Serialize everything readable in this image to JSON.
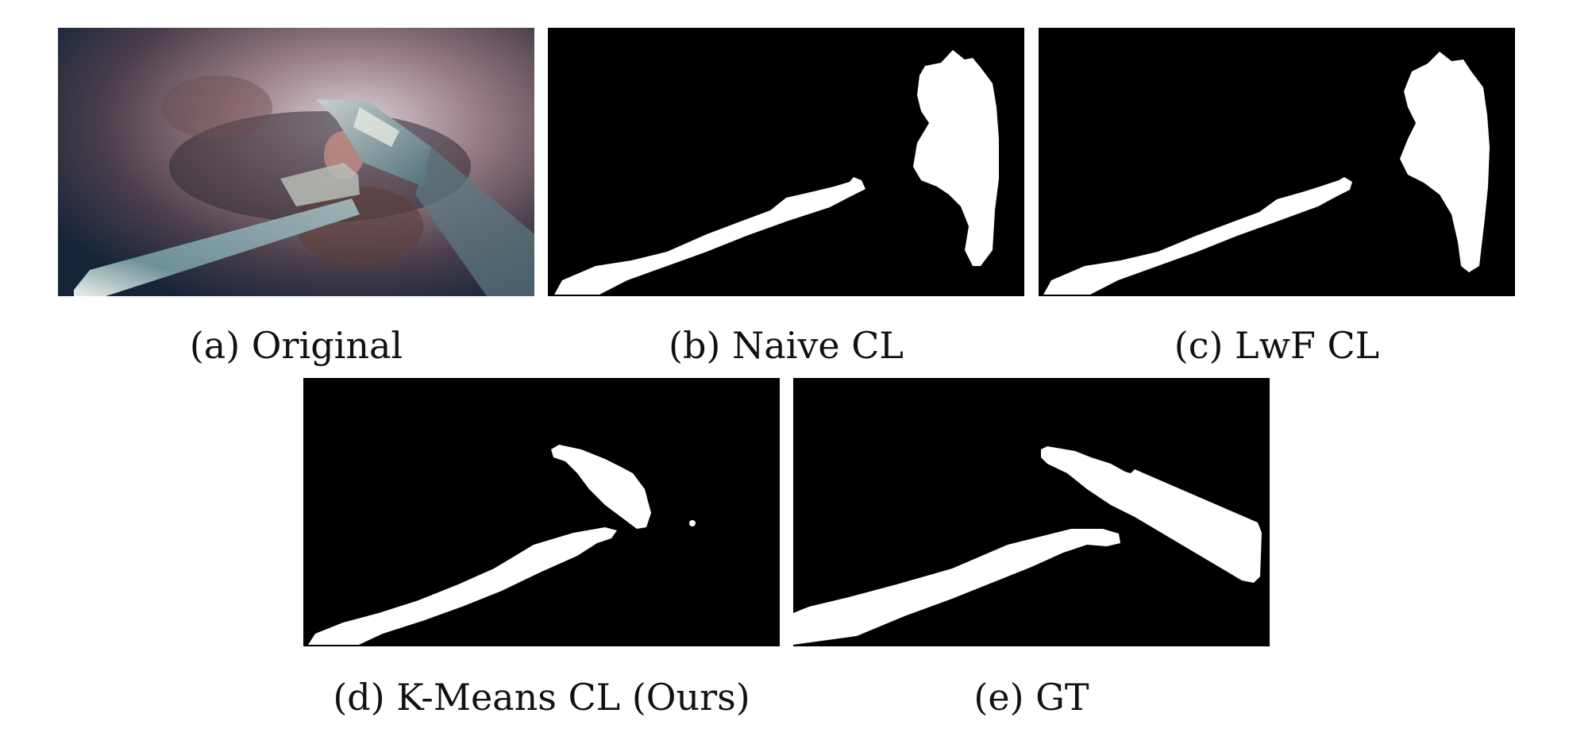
{
  "figure": {
    "panels": [
      {
        "id": "a",
        "caption": "(a) Original"
      },
      {
        "id": "b",
        "caption": "(b) Naive CL"
      },
      {
        "id": "c",
        "caption": "(c) LwF CL"
      },
      {
        "id": "d",
        "caption": "(d) K-Means CL (Ours)"
      },
      {
        "id": "e",
        "caption": "(e) GT"
      }
    ]
  }
}
